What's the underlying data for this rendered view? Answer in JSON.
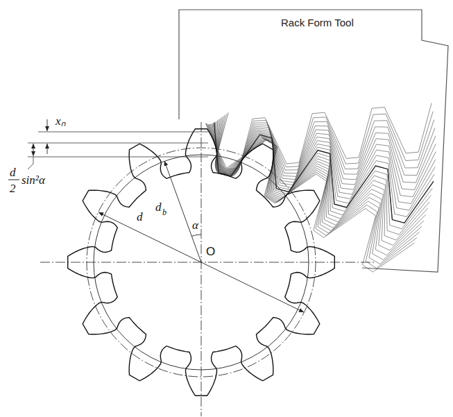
{
  "diagram": {
    "nodes": [
      {
        "text": [
          "Rack Form Tool"
        ]
      }
    ],
    "labels": [
      "xₙ",
      "d",
      "2",
      "sin²α",
      "d",
      "b",
      "α",
      "d",
      "O"
    ]
  }
}
